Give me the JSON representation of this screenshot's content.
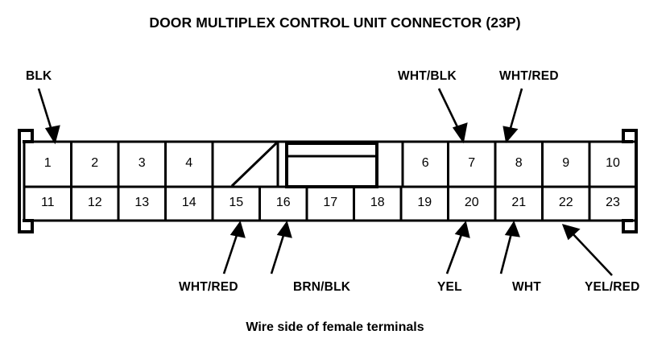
{
  "title": "DOOR MULTIPLEX CONTROL UNIT CONNECTOR (23P)",
  "caption": "Wire side of female terminals",
  "colors": {
    "ink": "#000000",
    "background": "#ffffff"
  },
  "connector": {
    "pin_count": 23,
    "top_row": [
      "1",
      "2",
      "3",
      "4",
      "",
      "6",
      "7",
      "8",
      "9",
      "10"
    ],
    "bottom_row": [
      "11",
      "12",
      "13",
      "14",
      "15",
      "16",
      "17",
      "18",
      "19",
      "20",
      "21",
      "22",
      "23"
    ],
    "blank_cavity_marker": "diagonal-slash",
    "center_key": "locking-tab"
  },
  "wire_labels": [
    {
      "text": "BLK",
      "pin": "1",
      "position": "top-left"
    },
    {
      "text": "WHT/BLK",
      "pin": "7",
      "position": "top-right"
    },
    {
      "text": "WHT/RED",
      "pin": "8",
      "position": "top-right"
    },
    {
      "text": "WHT/RED",
      "pin": "15",
      "position": "bottom-left"
    },
    {
      "text": "BRN/BLK",
      "pin": "16",
      "position": "bottom-left"
    },
    {
      "text": "YEL",
      "pin": "20",
      "position": "bottom-right"
    },
    {
      "text": "WHT",
      "pin": "21",
      "position": "bottom-right"
    },
    {
      "text": "YEL/RED",
      "pin": "22",
      "position": "bottom-right"
    }
  ]
}
